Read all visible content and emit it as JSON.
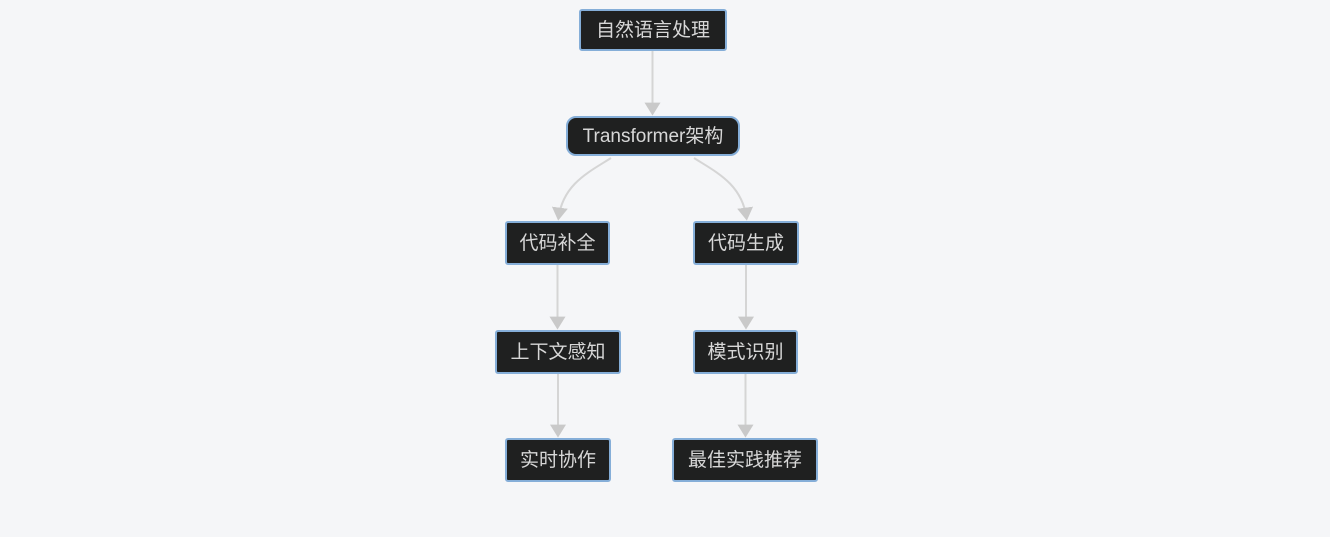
{
  "diagram": {
    "type": "flowchart",
    "direction": "top-down",
    "nodes": [
      {
        "id": "A",
        "label": "自然语言处理",
        "shape": "rect"
      },
      {
        "id": "B",
        "label": "Transformer架构",
        "shape": "rounded"
      },
      {
        "id": "C",
        "label": "代码补全",
        "shape": "rect"
      },
      {
        "id": "D",
        "label": "代码生成",
        "shape": "rect"
      },
      {
        "id": "E",
        "label": "上下文感知",
        "shape": "rect"
      },
      {
        "id": "F",
        "label": "模式识别",
        "shape": "rect"
      },
      {
        "id": "G",
        "label": "实时协作",
        "shape": "rect"
      },
      {
        "id": "H",
        "label": "最佳实践推荐",
        "shape": "rect"
      }
    ],
    "edges": [
      {
        "from": "A",
        "to": "B",
        "style": "straight-arrow"
      },
      {
        "from": "B",
        "to": "C",
        "style": "curved-arrow"
      },
      {
        "from": "B",
        "to": "D",
        "style": "curved-arrow"
      },
      {
        "from": "C",
        "to": "E",
        "style": "straight-arrow"
      },
      {
        "from": "D",
        "to": "F",
        "style": "straight-arrow"
      },
      {
        "from": "E",
        "to": "G",
        "style": "straight-arrow"
      },
      {
        "from": "F",
        "to": "H",
        "style": "straight-arrow"
      }
    ],
    "colors": {
      "background": "#f5f6f8",
      "node_fill": "#1f2020",
      "node_border": "#85aed8",
      "node_text": "#d7d7d7",
      "edge": "#d5d5d5",
      "arrowhead": "#c9c9c9"
    }
  }
}
